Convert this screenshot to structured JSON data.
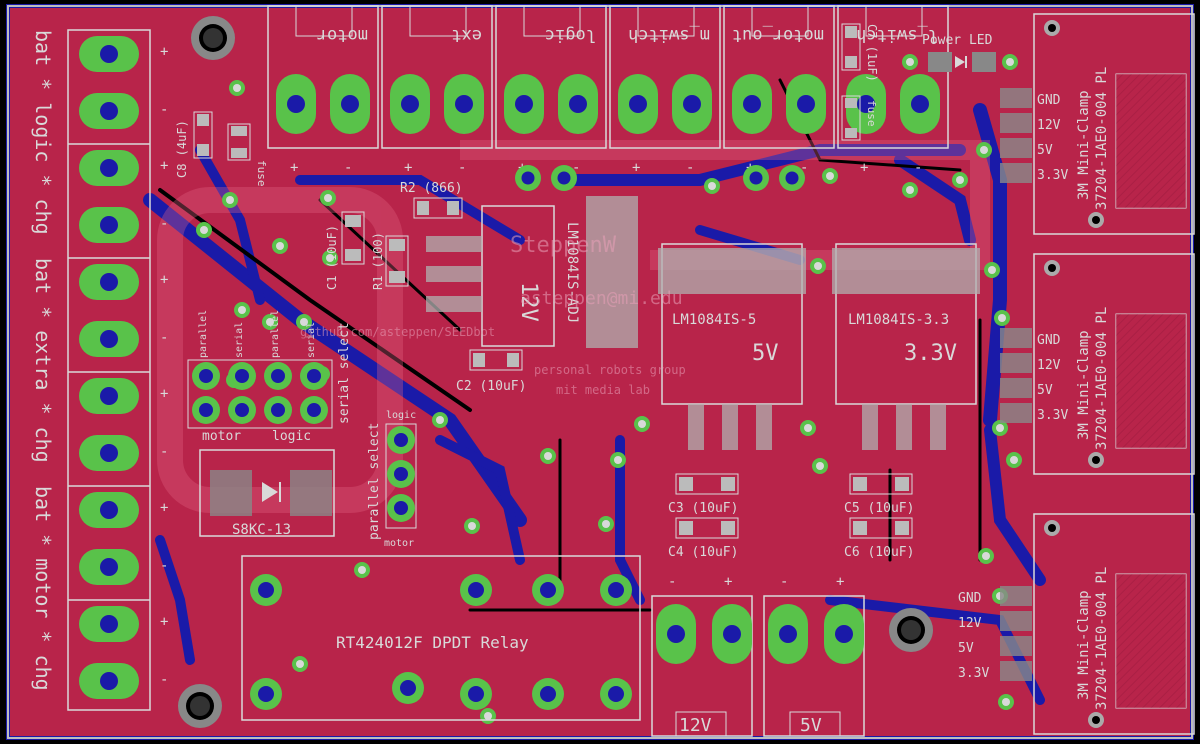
{
  "colors": {
    "background": "#000000",
    "top_copper": "#b8244a",
    "bottom_copper": "#1a1aa8",
    "pad_green": "#59c24a",
    "via_ring": "#c8c8c8",
    "silk": "#d9d9d9",
    "outline": "#bdbdbd"
  },
  "battery_labels": [
    "bat * logic * chg",
    "bat * extra * chg",
    "bat * motor * chg"
  ],
  "top_terminals": [
    "motor",
    "ext",
    "logic",
    "m_switch",
    "motor_out",
    "l_switch"
  ],
  "terminal_signs": [
    "+",
    "-"
  ],
  "caps": {
    "c1": "C1 (10uF)",
    "c2": "C2 (10uF)",
    "c3": "C3 (10uF)",
    "c4": "C4 (10uF)",
    "c5": "C5 (10uF)",
    "c6": "C6 (10uF)",
    "c7": "C7 (1uF)",
    "c8": "C8 (4uF)"
  },
  "resistors": {
    "r1": "R1 (100)",
    "r2": "R2 (866)"
  },
  "fuse_label": "fuse",
  "power_led": "Power LED",
  "regulators": {
    "adj": {
      "name": "LM1084IS-ADJ",
      "voltage": "12V"
    },
    "v5": {
      "name": "LM1084IS-5",
      "voltage": "5V"
    },
    "v33": {
      "name": "LM1084IS-3.3",
      "voltage": "3.3V"
    }
  },
  "copper_text": {
    "line1": "SteppenW",
    "line2": "asteppen@mi.edu",
    "line3": "github.com/asteppen/SEEDbot",
    "line4": "personal robots group",
    "line5": "mit media lab"
  },
  "select_header": {
    "top_labels": [
      "parallel",
      "serial",
      "parallel",
      "serial"
    ],
    "bottom_labels": [
      "motor",
      "logic"
    ],
    "side_label": "serial select"
  },
  "parallel_select": {
    "label": "parallel select",
    "top": "logic",
    "bottom": "motor"
  },
  "diode": "S8KC-13",
  "relay": "RT424012F DPDT Relay",
  "output_blocks": [
    "12V",
    "5V"
  ],
  "clamp": {
    "name": "3M Mini-Clamp",
    "part": "37204-1AE0-004 PL",
    "pins": [
      "GND",
      "12V",
      "5V",
      "3.3V"
    ]
  }
}
